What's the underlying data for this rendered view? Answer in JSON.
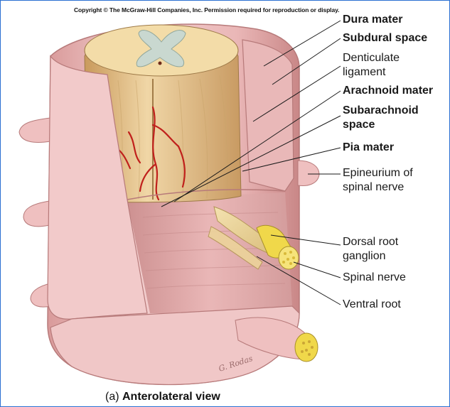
{
  "copyright": "Copyright © The McGraw-Hill Companies, Inc. Permission required for reproduction or display.",
  "labels": {
    "dura_mater": "Dura mater",
    "subdural_space": "Subdural space",
    "denticulate_ligament_1": "Denticulate",
    "denticulate_ligament_2": "ligament",
    "arachnoid_mater": "Arachnoid mater",
    "subarachnoid_space_1": "Subarachnoid",
    "subarachnoid_space_2": "space",
    "pia_mater": "Pia mater",
    "epineurium_1": "Epineurium of",
    "epineurium_2": "spinal nerve",
    "dorsal_root_ganglion_1": "Dorsal root",
    "dorsal_root_ganglion_2": "ganglion",
    "spinal_nerve": "Spinal nerve",
    "ventral_root": "Ventral root"
  },
  "caption": {
    "prefix": "(a) ",
    "view": "Anterolateral view"
  },
  "signature": "G. Rodas",
  "colors": {
    "frame_border": "#2a6fd1",
    "dura": "#efc3c3",
    "dura_shadow": "#d99c9c",
    "cord_tan": "#e9c992",
    "gray_matter": "#c9d8d0",
    "vessel": "#c0201c",
    "ganglion_yellow": "#f0d84a"
  }
}
